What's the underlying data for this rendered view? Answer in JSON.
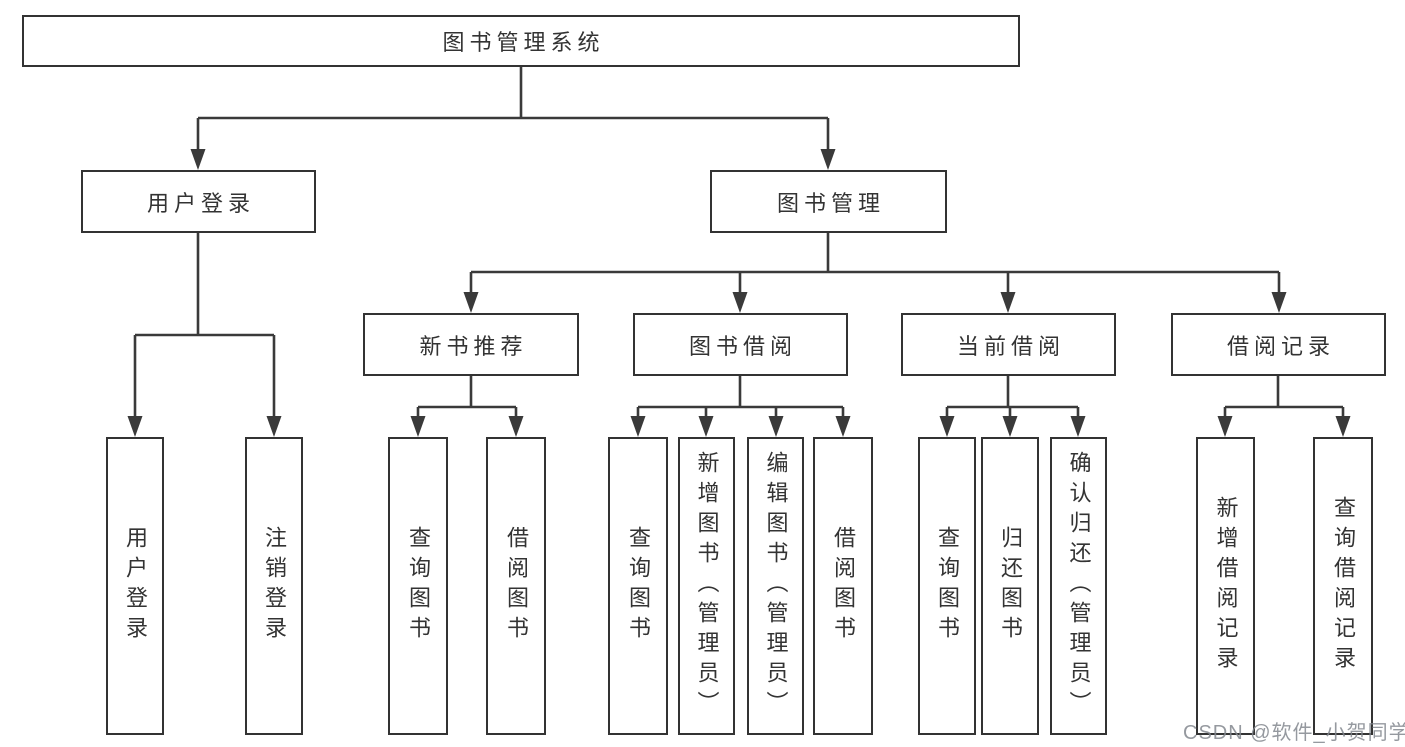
{
  "tree": {
    "label": "图书管理系统",
    "children": [
      {
        "label": "用户登录",
        "children": [
          {
            "label": "用户登录"
          },
          {
            "label": "注销登录"
          }
        ]
      },
      {
        "label": "图书管理",
        "children": [
          {
            "label": "新书推荐",
            "children": [
              {
                "label": "查询图书"
              },
              {
                "label": "借阅图书"
              }
            ]
          },
          {
            "label": "图书借阅",
            "children": [
              {
                "label": "查询图书"
              },
              {
                "label": "新增图书（管理员）"
              },
              {
                "label": "编辑图书（管理员）"
              },
              {
                "label": "借阅图书"
              }
            ]
          },
          {
            "label": "当前借阅",
            "children": [
              {
                "label": "查询图书"
              },
              {
                "label": "归还图书"
              },
              {
                "label": "确认归还（管理员）"
              }
            ]
          },
          {
            "label": "借阅记录",
            "children": [
              {
                "label": "新增借阅记录"
              },
              {
                "label": "查询借阅记录"
              }
            ]
          }
        ]
      }
    ]
  },
  "watermark": {
    "text": "CSDN @软件_小贺同学"
  },
  "colors": {
    "line": "#3a3a3a",
    "box_border": "#333333",
    "text": "#333333",
    "background": "#ffffff",
    "watermark": "#878b8e"
  }
}
